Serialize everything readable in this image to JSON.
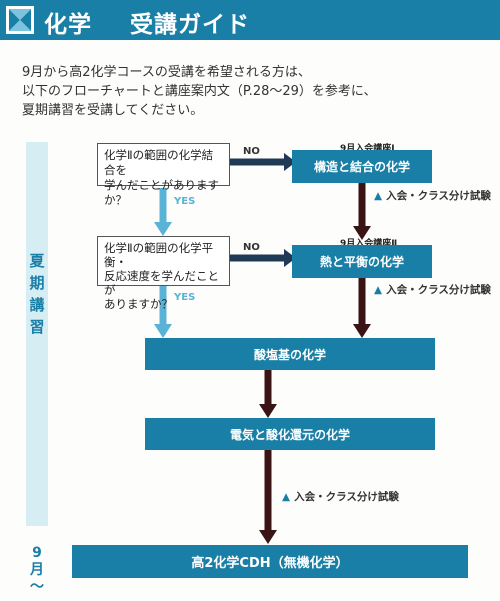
{
  "header": {
    "title": "化学",
    "subtitle": "受講ガイド",
    "colors": {
      "accent": "#1a7fa6",
      "light": "#d6edf4",
      "yes_arrow": "#5ab3d6",
      "dark_arrow": "#3a1414"
    }
  },
  "intro": [
    "9月から高2化学コースの受講を希望される方は、",
    "以下のフローチャートと講座案内文（P.28〜29）を参考に、",
    "夏期講習を受講してください。"
  ],
  "sidebar": {
    "summer_label": "夏期講習",
    "sept_label": "9月〜"
  },
  "flow": {
    "q1": [
      "化学Ⅱの範囲の化学結合を",
      "学んだことがありますか？"
    ],
    "q2": [
      "化学Ⅱの範囲の化学平衡・",
      "反応速度を学んだことが",
      "ありますか？"
    ],
    "no": "NO",
    "yes": "YES",
    "course1_caption": "9月入会講座Ⅰ",
    "course1": "構造と結合の化学",
    "course2_caption": "9月入会講座Ⅱ",
    "course2": "熱と平衡の化学",
    "course3": "酸塩基の化学",
    "course4": "電気と酸化還元の化学",
    "course5": "高2化学CDH（無機化学）",
    "exam_note": "入会・クラス分け試験"
  }
}
